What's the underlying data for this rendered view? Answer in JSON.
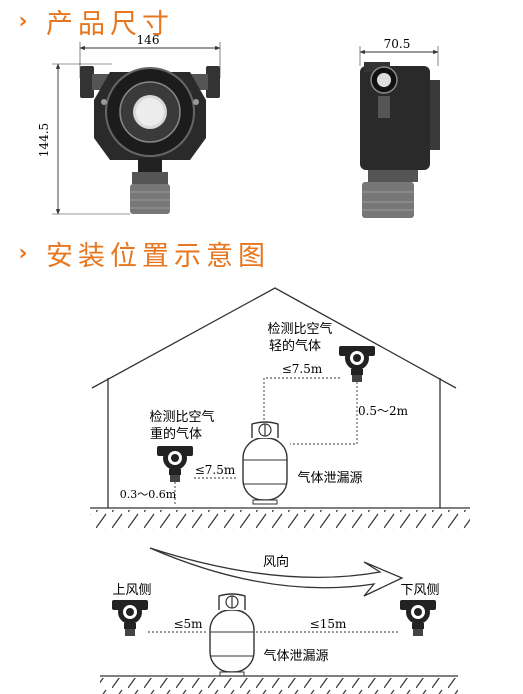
{
  "section1": {
    "title": "产品尺寸"
  },
  "section2": {
    "title": "安装位置示意图"
  },
  "colors": {
    "accent": "#e8761e",
    "line": "#333333"
  },
  "dimensions": {
    "front_width": "146",
    "front_height": "144.5",
    "side_width": "70.5"
  },
  "house": {
    "lighter_label_line1": "检测比空气",
    "lighter_label_line2": "轻的气体",
    "lighter_distance": "≤7.5m",
    "lighter_height": "0.5～2m",
    "heavier_label_line1": "检测比空气",
    "heavier_label_line2": "重的气体",
    "heavier_distance": "≤7.5m",
    "heavier_height": "0.3～0.6m",
    "source_label": "气体泄漏源"
  },
  "wind": {
    "wind_label": "风向",
    "upwind_label": "上风侧",
    "downwind_label": "下风侧",
    "upwind_distance": "≤5m",
    "downwind_distance": "≤15m",
    "source_label": "气体泄漏源"
  }
}
